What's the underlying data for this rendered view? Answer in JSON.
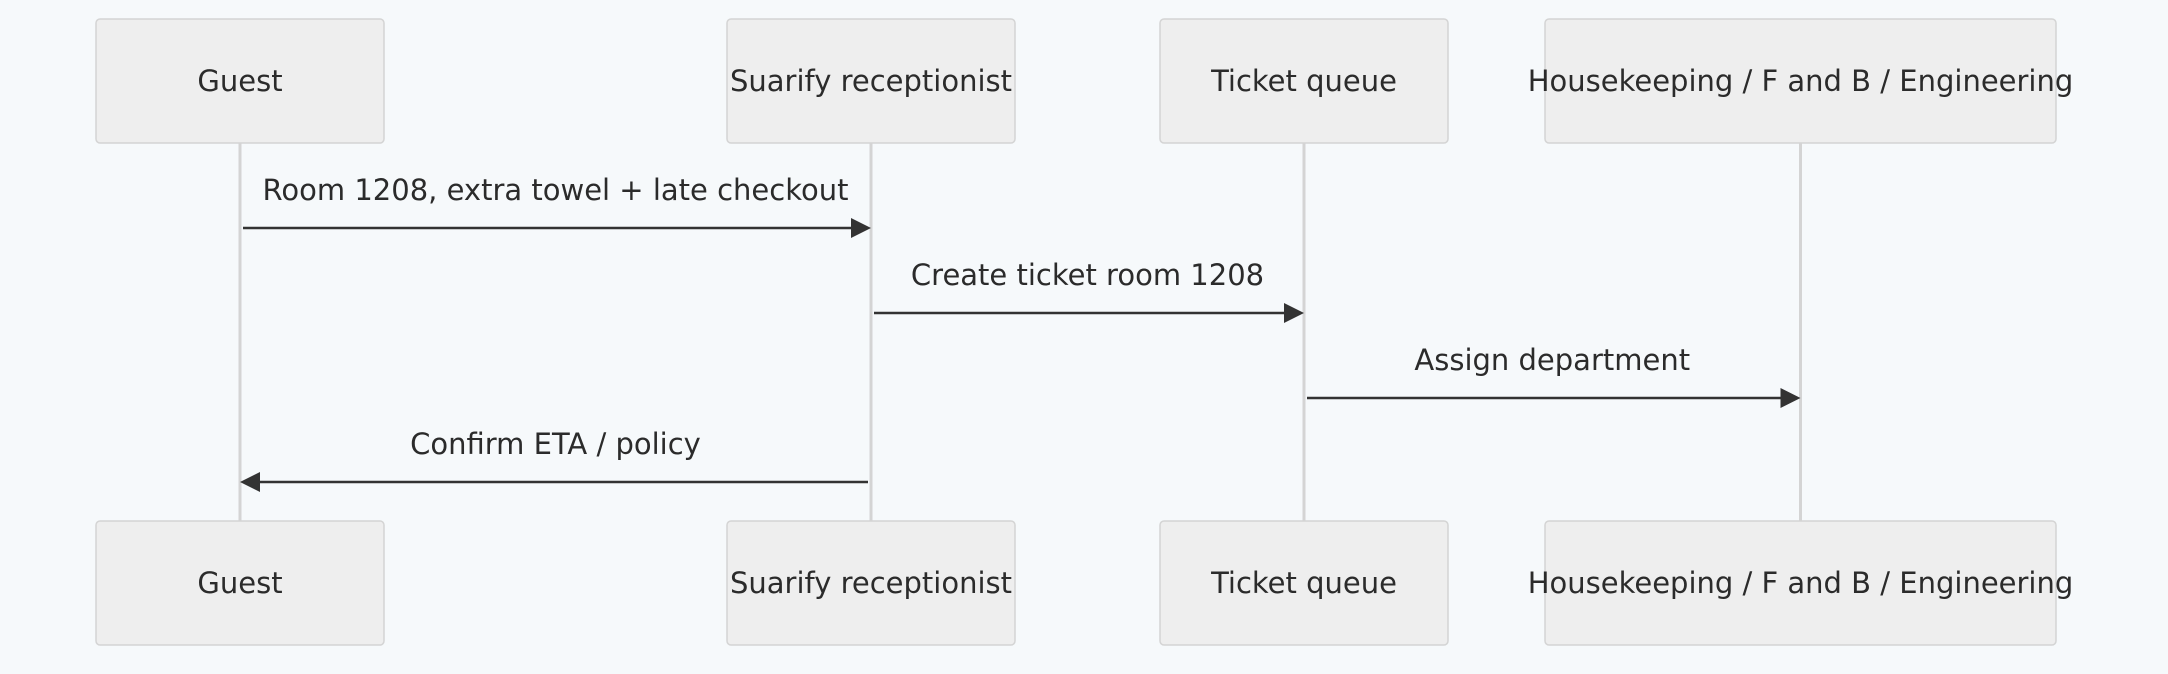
{
  "diagram": {
    "type": "sequence",
    "participants": [
      {
        "id": "guest",
        "label": "Guest"
      },
      {
        "id": "receptionist",
        "label": "Suarify receptionist"
      },
      {
        "id": "queue",
        "label": "Ticket queue"
      },
      {
        "id": "departments",
        "label": "Housekeeping / F and B / Engineering"
      }
    ],
    "messages": [
      {
        "from": "guest",
        "to": "receptionist",
        "label": "Room 1208, extra towel + late checkout"
      },
      {
        "from": "receptionist",
        "to": "queue",
        "label": "Create ticket room 1208"
      },
      {
        "from": "queue",
        "to": "departments",
        "label": "Assign department"
      },
      {
        "from": "receptionist",
        "to": "guest",
        "label": "Confirm ETA / policy"
      }
    ]
  }
}
